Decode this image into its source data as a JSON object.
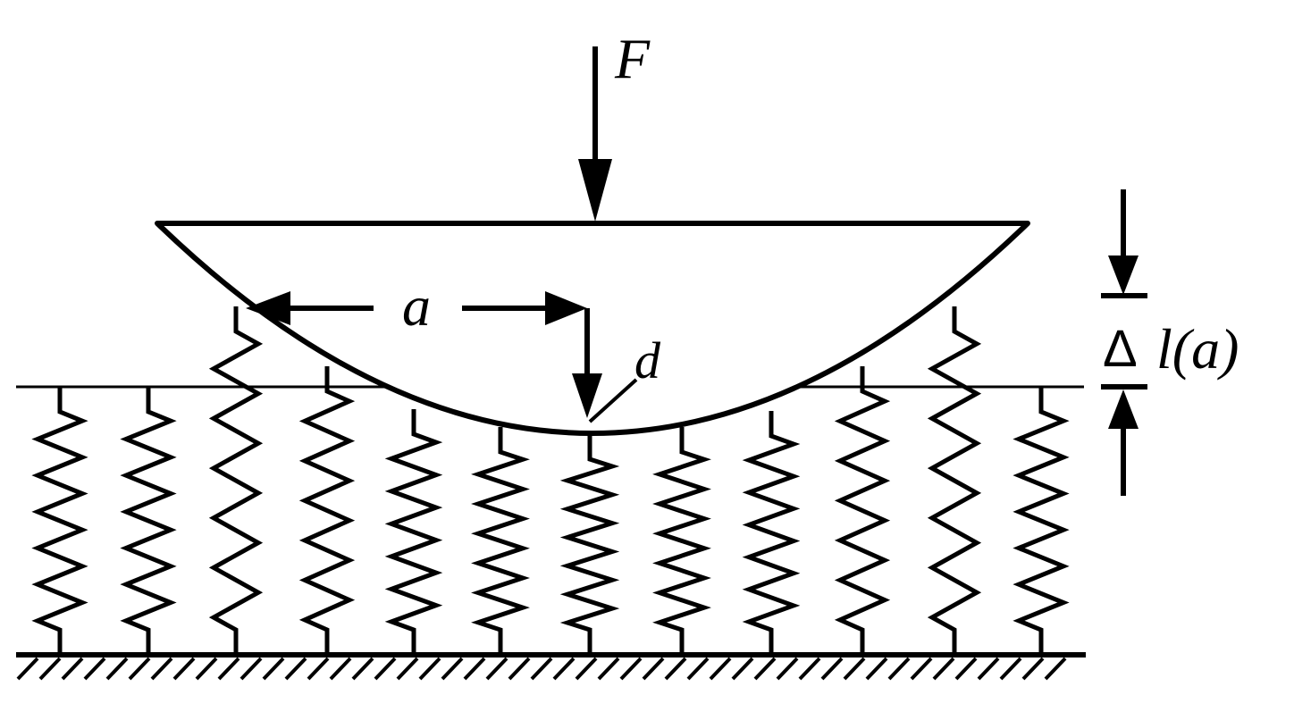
{
  "labels": {
    "force": "F",
    "radius": "a",
    "depth": "d",
    "delta_symbol": "Δ",
    "delta_length": "l(a)"
  },
  "colors": {
    "ink": "#000000",
    "background": "#ffffff"
  }
}
